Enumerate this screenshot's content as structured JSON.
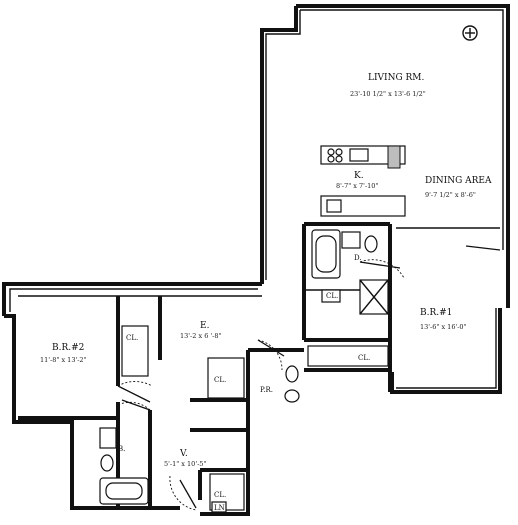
{
  "rooms": {
    "living": {
      "name": "LIVING RM.",
      "dims": "23'-10 1/2\" x 13'-6 1/2\""
    },
    "dining": {
      "name": "DINING AREA",
      "dims": "9'-7 1/2\" x 8'-6\""
    },
    "kitchen": {
      "name": "K.",
      "dims": "8'-7\" x 7'-10\""
    },
    "bedroom1": {
      "name": "B.R.#1",
      "dims": "13'-6\" x 16'-0\""
    },
    "bedroom2": {
      "name": "B.R.#2",
      "dims": "11'-8\" x 13'-2\""
    },
    "entry": {
      "name": "E.",
      "dims": "13'-2 x 6 '-8\""
    },
    "vestibule": {
      "name": "V.",
      "dims": "5'-1\" x 10'-5\""
    },
    "dressing": {
      "name": "D."
    },
    "powder": {
      "name": "P.R."
    },
    "bath": {
      "name": "B."
    }
  },
  "closets": {
    "label": "CL.",
    "laundry": "LN"
  }
}
